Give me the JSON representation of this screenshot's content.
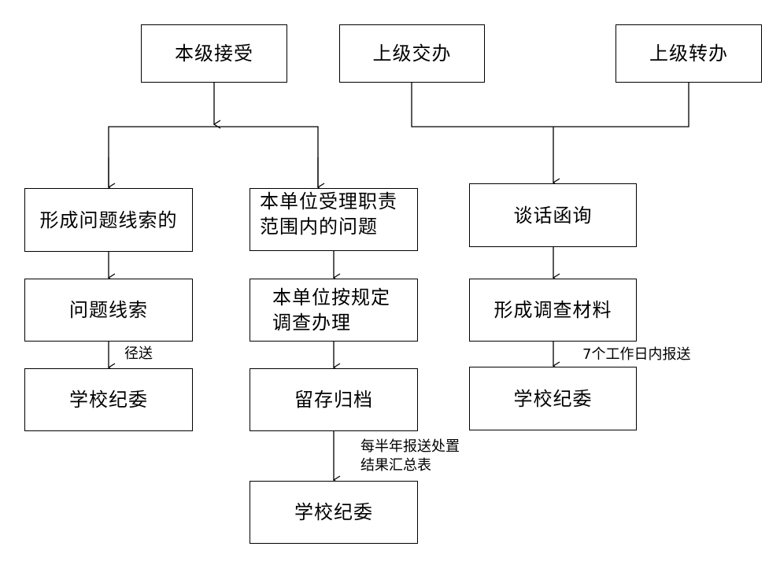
{
  "boxes": {
    "benji_jieshou": "本级接受",
    "shangji_jiaoban": "上级交办",
    "shangji_zhuanban": "上级转办",
    "xingcheng_wenti_xiansuo": "形成问题线索的",
    "fanwei_line1": "本单位受理职责",
    "fanwei_line2": "范围内的问题",
    "tanhua_hanxun": "谈话函询",
    "wenti_xiansuo": "问题线索",
    "anguiding_line1": "本单位按规定",
    "anguiding_line2": "调查办理",
    "xingcheng_diaocha_cailiao": "形成调查材料",
    "xuexiao_jiwei_left": "学校纪委",
    "liucun_guidang": "留存归档",
    "xuexiao_jiwei_right": "学校纪委",
    "xuexiao_jiwei_bottom": "学校纪委"
  },
  "notes": {
    "jingsong": "径送",
    "meibannian_line1": "每半年报送处置",
    "meibannian_line2": "结果汇总表",
    "qigeri": "7个工作日内报送"
  }
}
